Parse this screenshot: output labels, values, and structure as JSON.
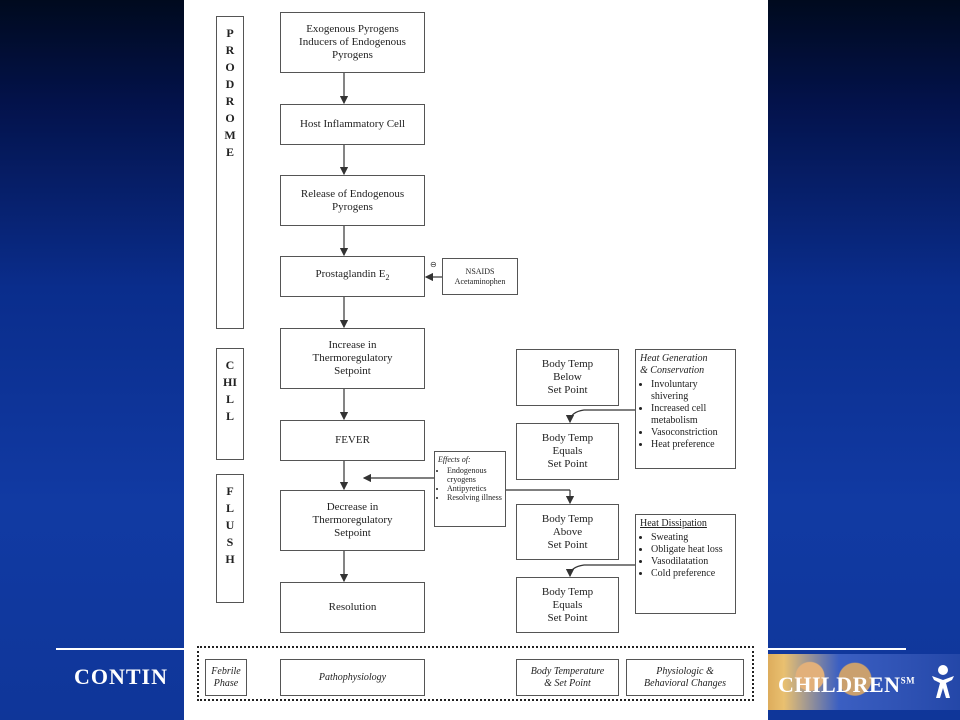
{
  "footer": {
    "left_text": "CONTIN",
    "logo_text": "CHILDREN",
    "logo_mark": "SM"
  },
  "phases": {
    "prodrome": "PRODROME",
    "chill": "CHILL",
    "flush": "FLUSH"
  },
  "main": {
    "exogenous": "Exogenous Pyrogens\nInducers of Endogenous\nPyrogens",
    "host": "Host Inflammatory Cell",
    "release": "Release of Endogenous\nPyrogens",
    "prostaglandin": "Prostaglandin E",
    "prostaglandin_sub": "2",
    "increase": "Increase in\nThermoregulatory\nSetpoint",
    "fever": "FEVER",
    "decrease": "Decrease in\nThermoregulatory\nSetpoint",
    "resolution": "Resolution"
  },
  "nsaids": {
    "text": "NSAIDS\nAcetaminophen",
    "inhibit_symbol": "⊖"
  },
  "effects": {
    "title": "Effects of:",
    "items": [
      "Endogenous cryogens",
      "Antipyretics",
      "Resolving illness"
    ]
  },
  "temps": {
    "below": "Body Temp\nBelow\nSet Point",
    "equals1": "Body Temp\nEquals\nSet Point",
    "above": "Body Temp\nAbove\nSet Point",
    "equals2": "Body Temp\nEquals\nSet Point"
  },
  "heat_gen": {
    "title": "Heat Generation\n& Conservation",
    "items": [
      "Involuntary shivering",
      "Increased cell metabolism",
      "Vasoconstriction",
      "Heat preference"
    ]
  },
  "heat_diss": {
    "title": "Heat Dissipation",
    "items": [
      "Sweating",
      "Obligate heat loss",
      "Vasodilatation",
      "Cold preference"
    ]
  },
  "legend": {
    "febrile": "Febrile\nPhase",
    "patho": "Pathophysiology",
    "bodytemp": "Body Temperature\n& Set Point",
    "physio": "Physiologic &\nBehavioral Changes"
  }
}
